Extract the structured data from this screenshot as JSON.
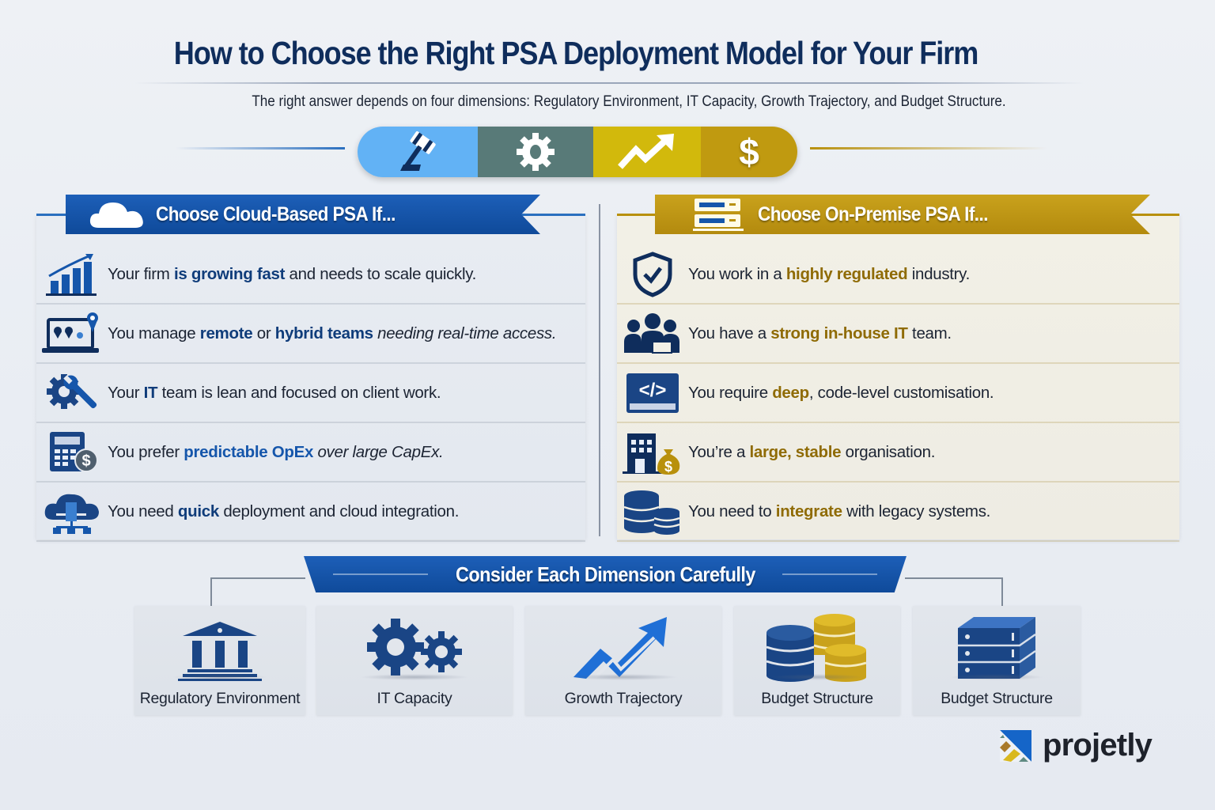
{
  "header": {
    "title": "How to Choose the Right PSA Deployment Model for Your Firm",
    "subtitle": "The right answer depends on four dimensions: Regulatory Environment, IT Capacity, Growth Trajectory, and Budget Structure."
  },
  "icon_bar": {
    "segments": [
      {
        "icon": "gavel-icon",
        "color": "#62b2f5"
      },
      {
        "icon": "gear-icon",
        "color": "#587a78"
      },
      {
        "icon": "trend-up-arrow-icon",
        "color": "#d2b90c"
      },
      {
        "icon": "dollar-icon",
        "color": "#c09a10"
      }
    ]
  },
  "cloud": {
    "title": "Choose Cloud-Based PSA If...",
    "accent": "#1556ab",
    "items": [
      {
        "icon": "growth-bar-chart-icon",
        "parts": [
          "Your firm ",
          "is growing fast",
          " and needs to scale quickly."
        ]
      },
      {
        "icon": "laptop-location-pins-icon",
        "parts": [
          "You manage ",
          "remote",
          " or ",
          "hybrid teams",
          " needing real-time access."
        ]
      },
      {
        "icon": "gear-wrench-icon",
        "parts": [
          "Your ",
          "IT",
          " team is lean and focused on client work."
        ]
      },
      {
        "icon": "calculator-dollar-icon",
        "parts": [
          "You prefer ",
          "predictable OpEx",
          " over large CapEx."
        ]
      },
      {
        "icon": "cloud-network-icon",
        "parts": [
          "You need ",
          "quick",
          " deployment and cloud integration."
        ]
      }
    ]
  },
  "premise": {
    "title": "Choose On-Premise PSA If...",
    "accent": "#bf9812",
    "items": [
      {
        "icon": "shield-check-icon",
        "parts": [
          "You work in a ",
          "highly regulated",
          " industry."
        ]
      },
      {
        "icon": "it-team-icon",
        "parts": [
          "You have a ",
          "strong in-house IT",
          " team."
        ]
      },
      {
        "icon": "code-window-icon",
        "parts": [
          "You require ",
          "deep",
          ", code-level customisation."
        ]
      },
      {
        "icon": "building-money-bag-icon",
        "parts": [
          "You’re a ",
          "large, stable",
          " organisation."
        ]
      },
      {
        "icon": "database-stack-icon",
        "parts": [
          "You need to ",
          "integrate",
          " with legacy systems."
        ]
      }
    ]
  },
  "dimensions": {
    "title": "Consider Each Dimension Carefully",
    "cards": [
      {
        "label": "Regulatory Environment",
        "icon": "government-building-icon"
      },
      {
        "label": "IT Capacity",
        "icon": "gears-icon"
      },
      {
        "label": "Growth Trajectory",
        "icon": "growth-arrow-icon"
      },
      {
        "label": "Budget Structure",
        "icon": "coin-stacks-icon"
      },
      {
        "label": "Budget Structure",
        "icon": "server-rack-icon"
      }
    ]
  },
  "brand": {
    "name": "projetly"
  }
}
